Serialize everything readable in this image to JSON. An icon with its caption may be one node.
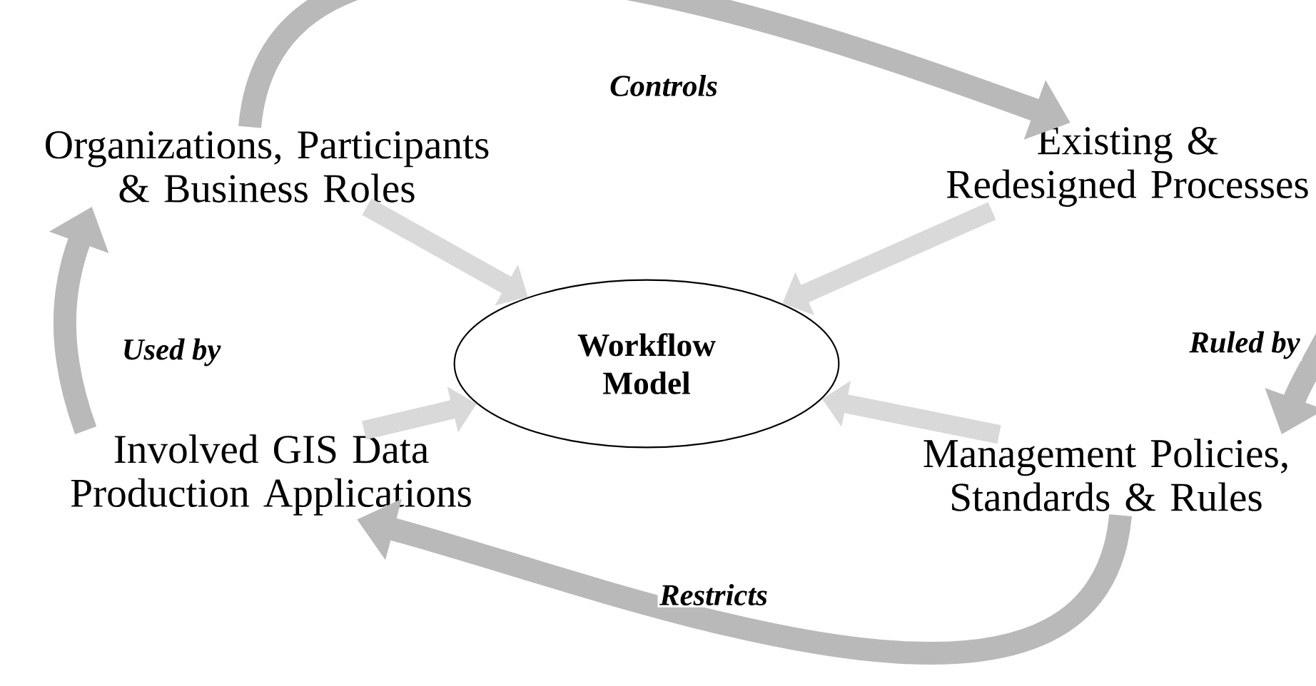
{
  "diagram": {
    "nodes": [
      {
        "text": [
          "Organizations, Participants & Business Roles"
        ]
      },
      {
        "text": [
          "Existing & Redesigned Processes"
        ]
      },
      {
        "text": [
          "Workflow Model"
        ]
      },
      {
        "text": [
          "Involved GIS Data Production Applications"
        ]
      },
      {
        "text": [
          "Management Policies, Standards & Rules"
        ]
      }
    ],
    "edges": [
      {
        "from": 0,
        "to": 1,
        "arrow": "to",
        "label": "Controls"
      },
      {
        "from": 1,
        "to": 4,
        "arrow": "to",
        "label": "Ruled by"
      },
      {
        "from": 4,
        "to": 3,
        "arrow": "to",
        "label": "Restricts"
      },
      {
        "from": 3,
        "to": 0,
        "arrow": "to",
        "label": "Used by"
      },
      {
        "from": 0,
        "to": 2,
        "arrow": "to"
      },
      {
        "from": 1,
        "to": 2,
        "arrow": "to"
      },
      {
        "from": 3,
        "to": 2,
        "arrow": "to"
      },
      {
        "from": 4,
        "to": 2,
        "arrow": "to"
      }
    ]
  }
}
